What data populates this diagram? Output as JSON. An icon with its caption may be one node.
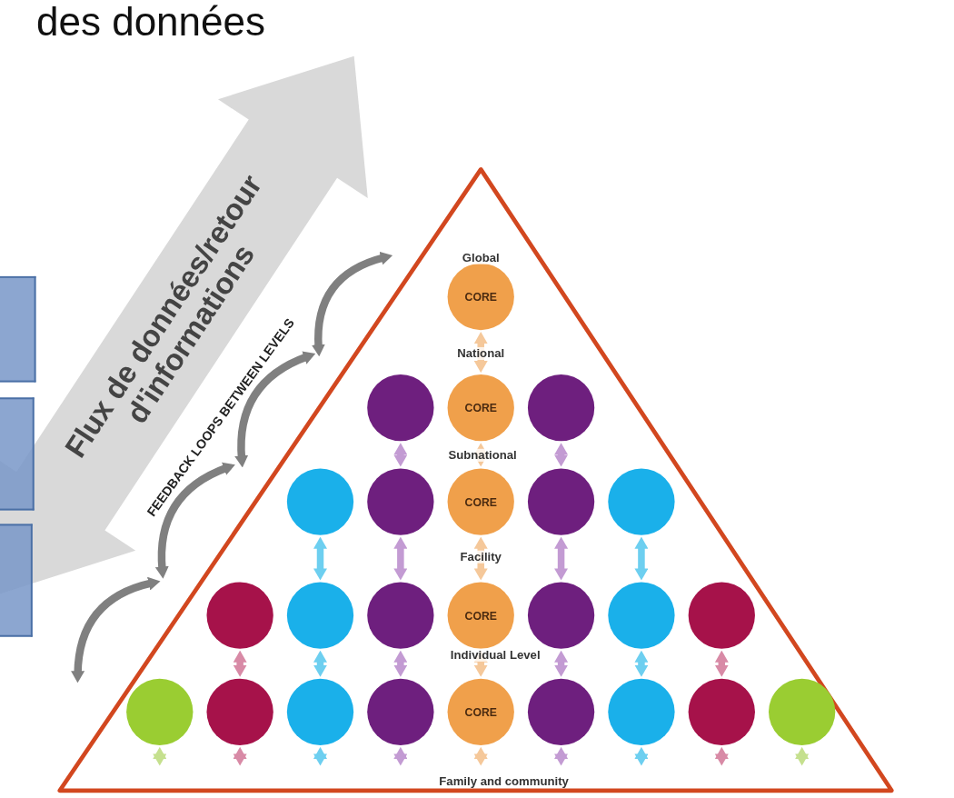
{
  "diagram": {
    "title": "des données",
    "nodes": [
      {
        "text": [],
        "shape": "box"
      },
      {
        "text": [],
        "shape": "box"
      },
      {
        "text": [],
        "shape": "box"
      },
      {
        "text": [
          "Flux de données/retour d'informations"
        ]
      },
      {
        "text": [],
        "shape": "triangle"
      },
      {
        "text": [
          "CORE"
        ],
        "in": 4
      },
      {
        "text": [],
        "shape": "circle",
        "in": 4
      },
      {
        "text": [
          "CORE"
        ],
        "in": 4
      },
      {
        "text": [],
        "shape": "circle",
        "in": 4
      },
      {
        "text": [],
        "shape": "circle",
        "in": 4
      },
      {
        "text": [],
        "shape": "circle",
        "in": 4
      },
      {
        "text": [
          "CORE"
        ],
        "in": 4
      },
      {
        "text": [],
        "shape": "circle",
        "in": 4
      },
      {
        "text": [],
        "shape": "circle",
        "in": 4
      },
      {
        "text": [],
        "shape": "circle",
        "in": 4
      },
      {
        "text": [],
        "shape": "circle",
        "in": 4
      },
      {
        "text": [],
        "shape": "circle",
        "in": 4
      },
      {
        "text": [
          "CORE"
        ],
        "in": 4
      },
      {
        "text": [],
        "shape": "circle",
        "in": 4
      },
      {
        "text": [],
        "shape": "circle",
        "in": 4
      },
      {
        "text": [],
        "shape": "circle",
        "in": 4
      },
      {
        "text": [],
        "shape": "circle",
        "in": 4
      },
      {
        "text": [],
        "shape": "circle",
        "in": 4
      },
      {
        "text": [],
        "shape": "circle",
        "in": 4
      },
      {
        "text": [],
        "shape": "circle",
        "in": 4
      },
      {
        "text": [
          "CORE"
        ],
        "in": 4
      },
      {
        "text": [],
        "shape": "circle",
        "in": 4
      },
      {
        "text": [],
        "shape": "circle",
        "in": 4
      },
      {
        "text": [],
        "shape": "circle",
        "in": 4
      },
      {
        "text": [],
        "shape": "circle",
        "in": 4
      }
    ],
    "edges": [
      {
        "from": 5,
        "to": 7,
        "arrow": "both",
        "color": "#f5c89a"
      },
      {
        "from": 6,
        "to": 10,
        "arrow": "both"
      },
      {
        "from": 7,
        "to": 11,
        "arrow": "both",
        "color": "#f5c89a"
      },
      {
        "from": 8,
        "to": 12,
        "arrow": "both"
      },
      {
        "from": 9,
        "to": 15,
        "arrow": "both",
        "color": "#6dcff0"
      },
      {
        "from": 10,
        "to": 16,
        "arrow": "both"
      },
      {
        "from": 11,
        "to": 17,
        "arrow": "both",
        "color": "#f5c89a"
      },
      {
        "from": 12,
        "to": 18,
        "arrow": "both"
      },
      {
        "from": 13,
        "to": 19,
        "arrow": "both",
        "color": "#6dcff0"
      },
      {
        "from": 14,
        "to": 22,
        "arrow": "both",
        "color": "#d88aa6"
      },
      {
        "from": 15,
        "to": 23,
        "arrow": "both",
        "color": "#6dcff0"
      },
      {
        "from": 16,
        "to": 24,
        "arrow": "both"
      },
      {
        "from": 17,
        "to": 25,
        "arrow": "both",
        "color": "#f5c89a"
      },
      {
        "from": 18,
        "to": 26,
        "arrow": "both"
      },
      {
        "from": 19,
        "to": 27,
        "arrow": "both",
        "color": "#6dcff0"
      },
      {
        "from": 20,
        "to": 28,
        "arrow": "both",
        "color": "#d88aa6"
      },
      {
        "from": 21,
        "to": null,
        "arrow": "both",
        "color": "#c5e08e"
      },
      {
        "from": 22,
        "to": null,
        "arrow": "both",
        "color": "#d88aa6"
      },
      {
        "from": 23,
        "to": null,
        "arrow": "both",
        "color": "#6dcff0"
      },
      {
        "from": 24,
        "to": null,
        "arrow": "both"
      },
      {
        "from": 25,
        "to": null,
        "arrow": "both",
        "color": "#f5c89a"
      },
      {
        "from": 26,
        "to": null,
        "arrow": "both"
      },
      {
        "from": 27,
        "to": null,
        "arrow": "both",
        "color": "#6dcff0"
      },
      {
        "from": 28,
        "to": null,
        "arrow": "both",
        "color": "#d88aa6"
      },
      {
        "from": 29,
        "to": null,
        "arrow": "both",
        "color": "#c5e08e"
      }
    ],
    "labels": [
      "Global",
      "National",
      "Subnational",
      "Facility",
      "Individual Level",
      "Family and community",
      "FEEDBACK LOOPS BETWEEN LEVELS"
    ]
  }
}
